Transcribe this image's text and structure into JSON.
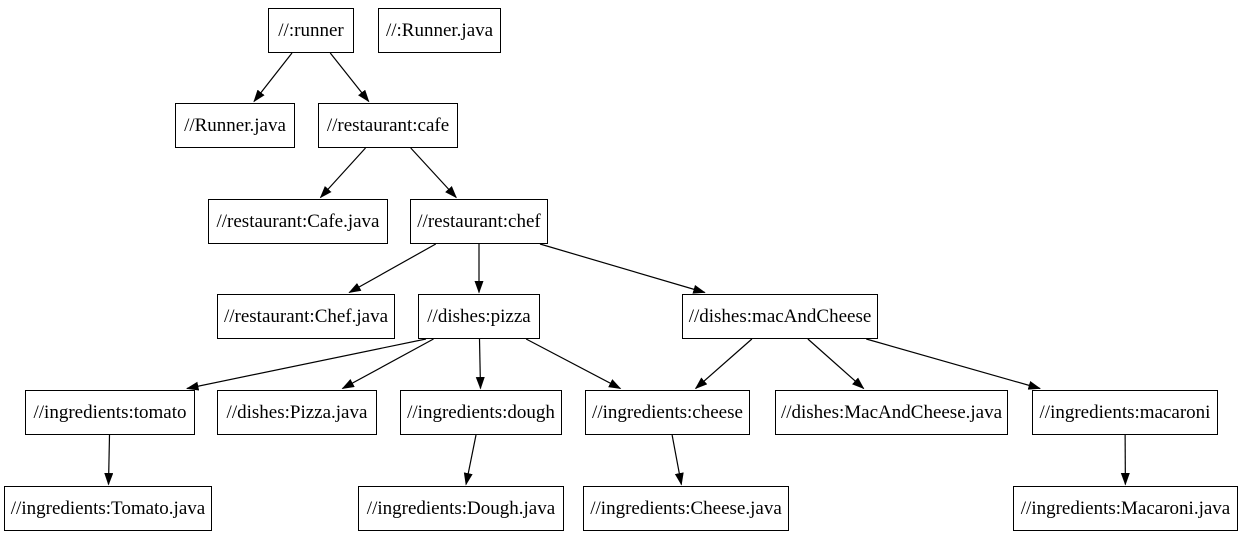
{
  "colors": {
    "background": "#ffffff",
    "node_fill": "#ffffff",
    "node_border": "#000000",
    "edge": "#000000",
    "text": "#000000"
  },
  "graph": {
    "nodes": [
      {
        "id": "runner",
        "label": "//:runner"
      },
      {
        "id": "root-runner-java",
        "label": "//:Runner.java"
      },
      {
        "id": "runner-java",
        "label": "//Runner.java"
      },
      {
        "id": "cafe",
        "label": "//restaurant:cafe"
      },
      {
        "id": "cafe-java",
        "label": "//restaurant:Cafe.java"
      },
      {
        "id": "chef",
        "label": "//restaurant:chef"
      },
      {
        "id": "chef-java",
        "label": "//restaurant:Chef.java"
      },
      {
        "id": "pizza",
        "label": "//dishes:pizza"
      },
      {
        "id": "mac-and-cheese",
        "label": "//dishes:macAndCheese"
      },
      {
        "id": "tomato",
        "label": "//ingredients:tomato"
      },
      {
        "id": "pizza-java",
        "label": "//dishes:Pizza.java"
      },
      {
        "id": "dough",
        "label": "//ingredients:dough"
      },
      {
        "id": "cheese",
        "label": "//ingredients:cheese"
      },
      {
        "id": "mac-and-cheese-java",
        "label": "//dishes:MacAndCheese.java"
      },
      {
        "id": "macaroni",
        "label": "//ingredients:macaroni"
      },
      {
        "id": "tomato-java",
        "label": "//ingredients:Tomato.java"
      },
      {
        "id": "dough-java",
        "label": "//ingredients:Dough.java"
      },
      {
        "id": "cheese-java",
        "label": "//ingredients:Cheese.java"
      },
      {
        "id": "macaroni-java",
        "label": "//ingredients:Macaroni.java"
      }
    ],
    "edges": [
      {
        "from": "runner",
        "to": "runner-java"
      },
      {
        "from": "runner",
        "to": "cafe"
      },
      {
        "from": "cafe",
        "to": "cafe-java"
      },
      {
        "from": "cafe",
        "to": "chef"
      },
      {
        "from": "chef",
        "to": "chef-java"
      },
      {
        "from": "chef",
        "to": "pizza"
      },
      {
        "from": "chef",
        "to": "mac-and-cheese"
      },
      {
        "from": "pizza",
        "to": "tomato"
      },
      {
        "from": "pizza",
        "to": "pizza-java"
      },
      {
        "from": "pizza",
        "to": "dough"
      },
      {
        "from": "pizza",
        "to": "cheese"
      },
      {
        "from": "mac-and-cheese",
        "to": "cheese"
      },
      {
        "from": "mac-and-cheese",
        "to": "mac-and-cheese-java"
      },
      {
        "from": "mac-and-cheese",
        "to": "macaroni"
      },
      {
        "from": "tomato",
        "to": "tomato-java"
      },
      {
        "from": "dough",
        "to": "dough-java"
      },
      {
        "from": "cheese",
        "to": "cheese-java"
      },
      {
        "from": "macaroni",
        "to": "macaroni-java"
      }
    ]
  }
}
